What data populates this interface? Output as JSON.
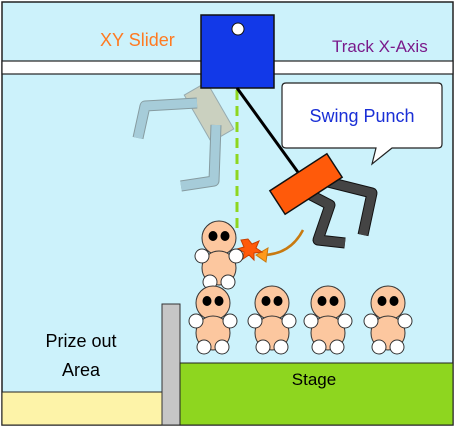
{
  "labels": {
    "xy_slider": "XY Slider",
    "track_x_axis": "Track X-Axis",
    "swing_punch": "Swing Punch",
    "prize_out_line1": "Prize out",
    "prize_out_line2": "Area",
    "stage": "Stage"
  },
  "colors": {
    "machine_background": "#ccf2fb",
    "xy_slider_label": "#ff7a21",
    "track_x_axis_label": "#7a1a8a",
    "swing_punch_label": "#1a2fd6",
    "slider_block": "#1239e8",
    "swing_arm": "#ff5a0a",
    "stage_fill": "#8ed61f",
    "prize_area_fill": "#fdf3a8",
    "figure_skin": "#fcc79f",
    "guide_line": "#8ed61f"
  }
}
